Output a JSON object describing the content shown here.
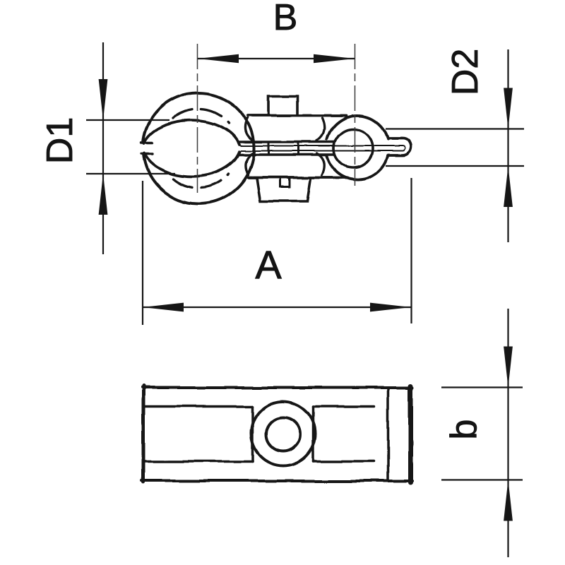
{
  "page": {
    "background": "#ffffff",
    "stroke_color": "#161616"
  },
  "drawing": {
    "kind": "pipe-clamp technical drawing, top view and side view",
    "labels": {
      "center_span": "B",
      "large_bore": "D1",
      "small_bore": "D2",
      "overall_length": "A",
      "profile_height": "b"
    }
  }
}
